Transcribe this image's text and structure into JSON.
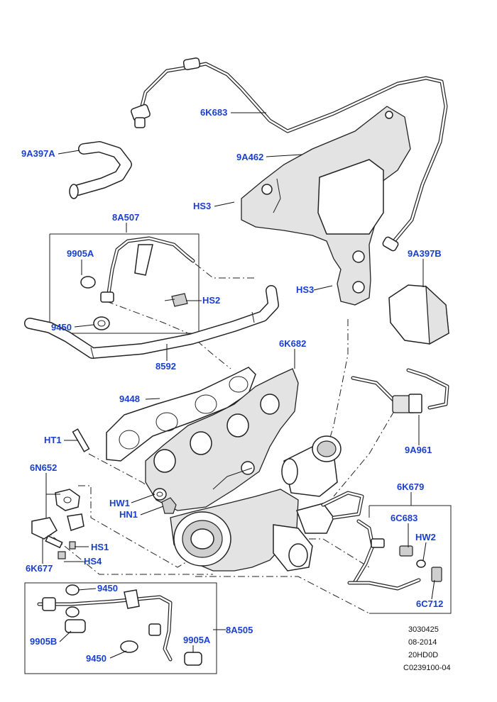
{
  "labels": {
    "p6K683": "6K683",
    "p9A397A": "9A397A",
    "p9A462": "9A462",
    "hs3_top": "HS3",
    "p8A507": "8A507",
    "p9905A_top": "9905A",
    "p9A397B": "9A397B",
    "hs3_mid": "HS3",
    "hs2": "HS2",
    "p9450_top": "9450",
    "p8592": "8592",
    "p6K682": "6K682",
    "p9448": "9448",
    "p9A961": "9A961",
    "ht1": "HT1",
    "p6N652": "6N652",
    "p6K679": "6K679",
    "hw1": "HW1",
    "hn1": "HN1",
    "p6C683": "6C683",
    "hw2": "HW2",
    "hs1": "HS1",
    "hs4": "HS4",
    "p6K677": "6K677",
    "p6C712": "6C712",
    "p9450_a": "9450",
    "p8A505": "8A505",
    "p9905B": "9905B",
    "p9905A_bot": "9905A",
    "p9450_b": "9450"
  },
  "drawing_info": {
    "code1": "3030425",
    "date": "08-2014",
    "code2": "20HD0D",
    "code3": "C0239100-04"
  },
  "colors": {
    "label": "#1a3fd0",
    "line": "#222222"
  }
}
